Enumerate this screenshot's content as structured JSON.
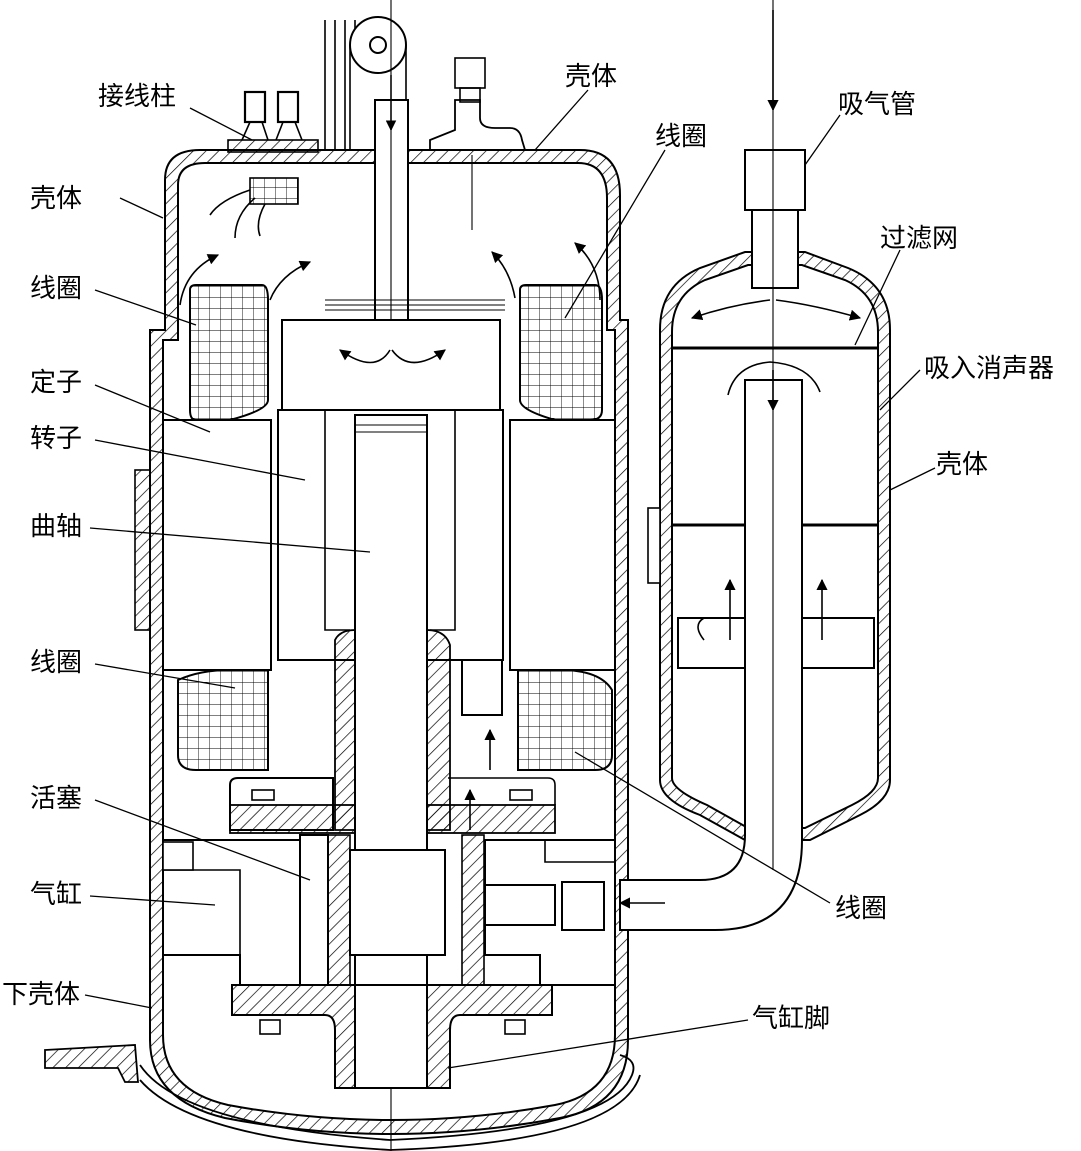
{
  "labels": {
    "terminal": "接线柱",
    "shell_top": "壳体",
    "shell_left": "壳体",
    "coil_upper_left": "线圈",
    "coil_upper_right": "线圈",
    "suction_pipe": "吸气管",
    "filter_screen": "过滤网",
    "suction_muffler": "吸入消声器",
    "shell_muffler": "壳体",
    "stator": "定子",
    "rotor": "转子",
    "crankshaft": "曲轴",
    "coil_lower_left": "线圈",
    "piston": "活塞",
    "cylinder": "气缸",
    "lower_shell": "下壳体",
    "coil_lower_right": "线圈",
    "cylinder_foot": "气缸脚"
  }
}
